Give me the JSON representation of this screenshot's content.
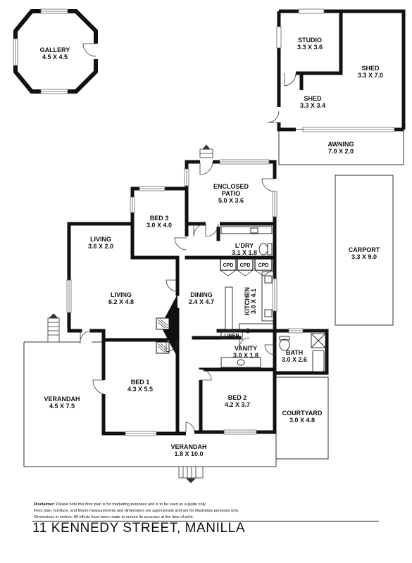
{
  "rooms": [
    {
      "id": "gallery",
      "name": "GALLERY",
      "dims": "4.5 X 4.5"
    },
    {
      "id": "studio",
      "name": "STUDIO",
      "dims": "3.3 X 3.6"
    },
    {
      "id": "shed-large",
      "name": "SHED",
      "dims": "3.3 X 7.0"
    },
    {
      "id": "shed-small",
      "name": "SHED",
      "dims": "3.3 X 3.4"
    },
    {
      "id": "awning",
      "name": "AWNING",
      "dims": "7.0 X 2.0"
    },
    {
      "id": "enclosed-patio",
      "name": "ENCLOSED",
      "name2": "PATIO",
      "dims": "5.0 X 3.6"
    },
    {
      "id": "bed-3",
      "name": "BED 3",
      "dims": "3.0 X 4.0"
    },
    {
      "id": "living-small",
      "name": "LIVING",
      "dims": "3.6 X 2.0"
    },
    {
      "id": "laundry",
      "name": "L'DRY",
      "dims": "3.1 X 1.8"
    },
    {
      "id": "carport",
      "name": "CARPORT",
      "dims": "3.3 X 9.0"
    },
    {
      "id": "living-main",
      "name": "LIVING",
      "dims": "6.2 X 4.8"
    },
    {
      "id": "dining",
      "name": "DINING",
      "dims": "2.4 X 4.7"
    },
    {
      "id": "kitchen",
      "name": "KITCHEN",
      "dims": "3.0 X 4.1"
    },
    {
      "id": "vanity",
      "name": "VANITY",
      "dims": "3.0 X 1.8"
    },
    {
      "id": "bath",
      "name": "BATH",
      "dims": "3.0 X 2.6"
    },
    {
      "id": "verandah-west",
      "name": "VERANDAH",
      "dims": "4.5 X 7.5"
    },
    {
      "id": "bed-1",
      "name": "BED 1",
      "dims": "4.3 X 5.5"
    },
    {
      "id": "bed-2",
      "name": "BED 2",
      "dims": "4.2 X 3.7"
    },
    {
      "id": "courtyard",
      "name": "COURTYARD",
      "dims": "3.0 X 4.8"
    },
    {
      "id": "verandah-south",
      "name": "VERANDAH",
      "dims": "1.8 X 10.0"
    }
  ],
  "fixtures": {
    "cupboards": [
      "CPD",
      "CPD",
      "CPD"
    ],
    "linen": "LINEN"
  },
  "disclaimer": {
    "label": "Disclaimer:",
    "line1": "Please note this floor plan is for marketing purposes and is to be used as a guide only.",
    "line2": "Floor plan, furniture, and fixture measurements and dimensions are approximate and are for illustrative purposes only.",
    "line3": "Dimensions in metres. All efforts have been made to ensure its accuracy at the time of print."
  },
  "address": "11 KENNEDY STREET, MANILLA",
  "colors": {
    "wall": "#111111",
    "outline": "#333333",
    "background": "#ffffff"
  }
}
